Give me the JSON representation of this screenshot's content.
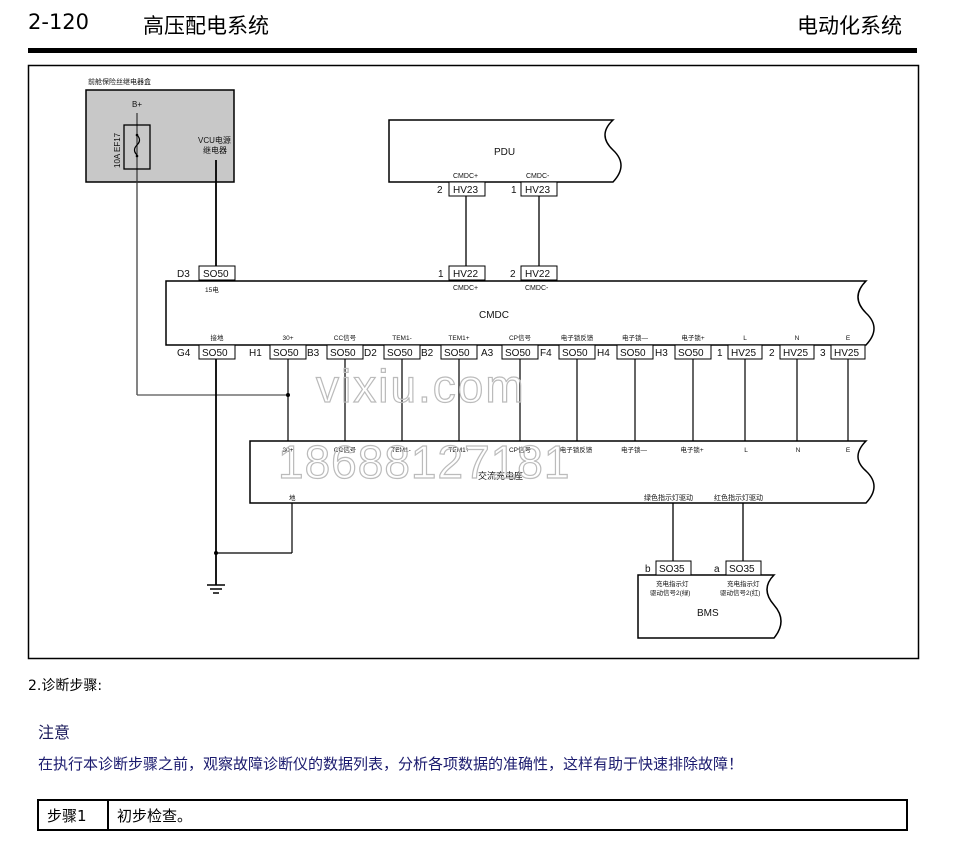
{
  "header": {
    "page_number": "2-120",
    "section_title": "高压配电系统",
    "chapter_title": "电动化系统"
  },
  "diagram": {
    "fuse_box": {
      "title": "前舱保险丝继电器盒",
      "supply": "B+",
      "fuse_label": "10A EF17",
      "relay_label_line1": "VCU电源",
      "relay_label_line2": "继电器"
    },
    "pdu": {
      "name": "PDU",
      "pins": [
        {
          "num": "2",
          "conn": "HV23",
          "signal": "CMDC+"
        },
        {
          "num": "1",
          "conn": "HV23",
          "signal": "CMDC-"
        }
      ]
    },
    "cmdc": {
      "name": "CMDC",
      "top_pins": [
        {
          "num": "D3",
          "conn": "SO50",
          "signal": "15电"
        },
        {
          "num": "1",
          "conn": "HV22",
          "signal": "CMDC+"
        },
        {
          "num": "2",
          "conn": "HV22",
          "signal": "CMDC-"
        }
      ],
      "bottom_pins": [
        {
          "num": "G4",
          "conn": "SO50",
          "signal": "接地"
        },
        {
          "num": "H1",
          "conn": "SO50",
          "signal": "30+"
        },
        {
          "num": "B3",
          "conn": "SO50",
          "signal": "CC信号"
        },
        {
          "num": "D2",
          "conn": "SO50",
          "signal": "TEM1-"
        },
        {
          "num": "B2",
          "conn": "SO50",
          "signal": "TEM1+"
        },
        {
          "num": "A3",
          "conn": "SO50",
          "signal": "CP信号"
        },
        {
          "num": "F4",
          "conn": "SO50",
          "signal": "电子锁反馈"
        },
        {
          "num": "H4",
          "conn": "SO50",
          "signal": "电子锁—"
        },
        {
          "num": "H3",
          "conn": "SO50",
          "signal": "电子锁+"
        },
        {
          "num": "1",
          "conn": "HV25",
          "signal": "L"
        },
        {
          "num": "2",
          "conn": "HV25",
          "signal": "N"
        },
        {
          "num": "3",
          "conn": "HV25",
          "signal": "E"
        }
      ]
    },
    "ac_socket": {
      "name": "交流充电座",
      "top_signals": [
        "30+",
        "CC信号",
        "TEM1-",
        "TEM1+",
        "CP信号",
        "电子锁反馈",
        "电子锁—",
        "电子锁+",
        "L",
        "N",
        "E"
      ],
      "ground_label": "地",
      "bottom_signals": [
        "绿色指示灯驱动",
        "红色指示灯驱动"
      ]
    },
    "bms": {
      "name": "BMS",
      "pins": [
        {
          "num": "b",
          "conn": "SO35",
          "label_line1": "充电指示灯",
          "label_line2": "驱动信号2(绿)"
        },
        {
          "num": "a",
          "conn": "SO35",
          "label_line1": "充电指示灯",
          "label_line2": "驱动信号2(红)"
        }
      ]
    },
    "watermark": {
      "line1": "vixiu.com",
      "line2": "18688127181"
    }
  },
  "diagnosis": {
    "section_heading": "2.诊断步骤:",
    "note_title": "注意",
    "note_text": "在执行本诊断步骤之前，观察故障诊断仪的数据列表，分析各项数据的准确性，这样有助于快速排除故障！",
    "steps": [
      {
        "label": "步骤1",
        "text": "初步检查。"
      }
    ]
  }
}
